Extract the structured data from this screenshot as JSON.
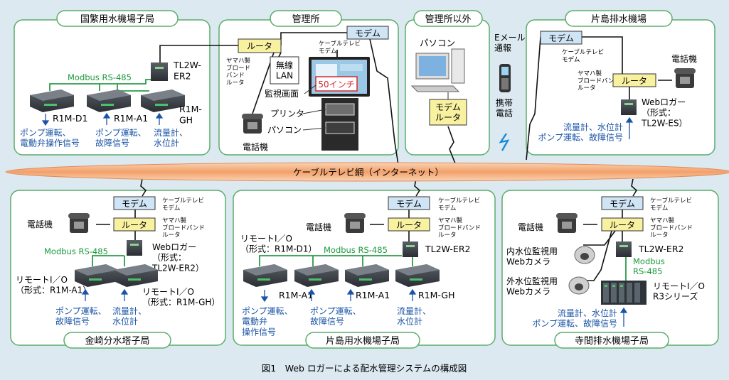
{
  "caption": "図1　Web ロガーによる配水管理システムの構成図",
  "network": {
    "label": "ケーブルテレビ網（インターネット）"
  },
  "colors": {
    "panel_border": "#5aae6b",
    "panel_fill": "#ffffff",
    "blue_text": "#1a54a6",
    "green_text": "#1c9a3c",
    "modem": "#cfe4f5",
    "router": "#f7f1a0",
    "network": "#f0a26d",
    "background": "#dce9f0"
  },
  "sites": {
    "kunihan": {
      "title": "国繁用水機場子局",
      "tl2w": "TL2W-\nER2",
      "modbus": "Modbus RS-485",
      "r1m_d1": "R1M-D1",
      "r1m_a1": "R1M-A1",
      "r1m_gh": "R1M-\nGH",
      "sig_d1": "ポンプ運転、\n電動弁操作信号",
      "sig_a1": "ポンプ運転、\n故障信号",
      "sig_gh": "流量計、\n水位計"
    },
    "kanrisho": {
      "title": "管理所",
      "modem": "モデム",
      "router": "ルータ",
      "router_note": "ヤマハ製\nブロード\nバンド\nルータ",
      "catv_note": "ケーブルテレビ\nモデム",
      "wlan": "無線\nLAN",
      "screen_label": "監視画面",
      "screen_size": "50インチ",
      "printer": "プリンタ",
      "pc": "パソコン",
      "phone": "電話機"
    },
    "other": {
      "title": "管理所以外",
      "pc": "パソコン",
      "modem_router": "モデム\nルータ",
      "email": "Eメール\n通報",
      "mobile": "携帯\n電話"
    },
    "katashima_drain": {
      "title": "片島排水機場",
      "modem": "モデム",
      "catv_note": "ケーブルテレビ\nモデム",
      "router": "ルータ",
      "router_note": "ヤマハ製\nブロードバンド\nルータ",
      "phone": "電話機",
      "logger": "Webロガー\n（形式：\nTL2W-ES）",
      "signals": "流量計、水位計\nポンプ運転、故障信号"
    },
    "kanezaki": {
      "title": "金崎分水塔子局",
      "modem": "モデム",
      "catv_note": "ケーブルテレビ\nモデム",
      "router": "ルータ",
      "router_note": "ヤマハ製\nブロードバンド\nルータ",
      "phone": "電話機",
      "modbus": "Modbus RS-485",
      "logger": "Webロガー\n（形式：\nTL2W-ER2）",
      "rio_a1": "リモートI／O\n（形式：R1M-A1）",
      "rio_gh": "リモートI／O\n（形式：R1M-GH）",
      "sig_a1": "ポンプ運転、\n故障信号",
      "sig_gh": "流量計、\n水位計"
    },
    "katashima_water": {
      "title": "片島用水機場子局",
      "modem": "モデム",
      "catv_note": "ケーブルテレビ\nモデム",
      "router": "ルータ",
      "router_note": "ヤマハ製\nブロードバンド\nルータ",
      "phone": "電話機",
      "rio_d1": "リモートI／O\n（形式：R1M-D1）",
      "modbus": "Modbus RS-485",
      "tl2w": "TL2W-ER2",
      "r1m_a1_1": "R1M-A1",
      "r1m_a1_2": "R1M-A1",
      "r1m_gh": "R1M-GH",
      "sig_d1": "ポンプ運転、\n電動弁\n操作信号",
      "sig_a1": "ポンプ運転、\n故障信号",
      "sig_gh": "流量計、\n水位計"
    },
    "terama": {
      "title": "寺間排水機場子局",
      "modem": "モデム",
      "catv_note": "ケーブルテレビ\nモデム",
      "router": "ルータ",
      "router_note": "ヤマハ製\nブロードバンド\nルータ",
      "phone": "電話機",
      "cam_in": "内水位監視用\nWebカメラ",
      "cam_out": "外水位監視用\nWebカメラ",
      "tl2w": "TL2W-ER2",
      "modbus": "Modbus\nRS-485",
      "rio": "リモートI／O\nR3シリーズ",
      "signals": "流量計、水位計\nポンプ運転、故障信号"
    }
  }
}
